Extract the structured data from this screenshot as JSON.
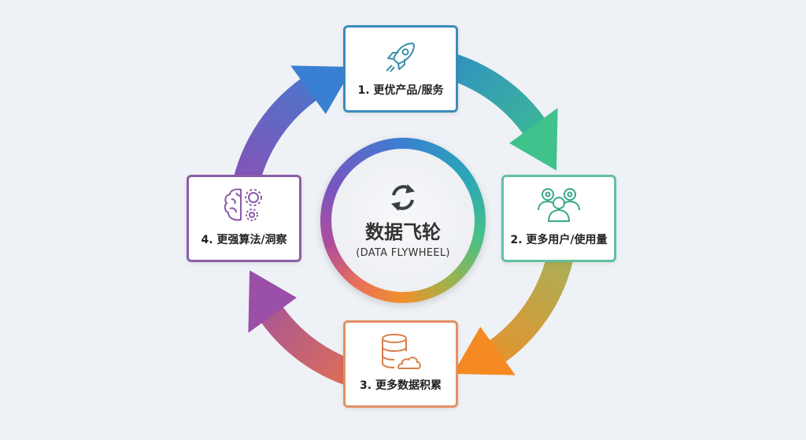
{
  "center": {
    "title": "数据飞轮",
    "subtitle": "(DATA FLYWHEEL)",
    "icon": "sync-icon"
  },
  "steps": [
    {
      "label": "1. 更优产品/服务",
      "icon": "rocket-icon",
      "color": "#3c8cb8"
    },
    {
      "label": "2. 更多用户/使用量",
      "icon": "users-icon",
      "color": "#62c0a0"
    },
    {
      "label": "3. 更多数据积累",
      "icon": "database-cloud-icon",
      "color": "#e39062"
    },
    {
      "label": "4. 更强算法/洞察",
      "icon": "brain-gears-icon",
      "color": "#8c5ca8"
    }
  ],
  "arrow_colors": [
    [
      "#2f8cc6",
      "#3fc28c"
    ],
    [
      "#a7b25a",
      "#f58a22"
    ],
    [
      "#e8734a",
      "#9a4fa8"
    ],
    [
      "#8a50b4",
      "#3a80d2"
    ]
  ]
}
